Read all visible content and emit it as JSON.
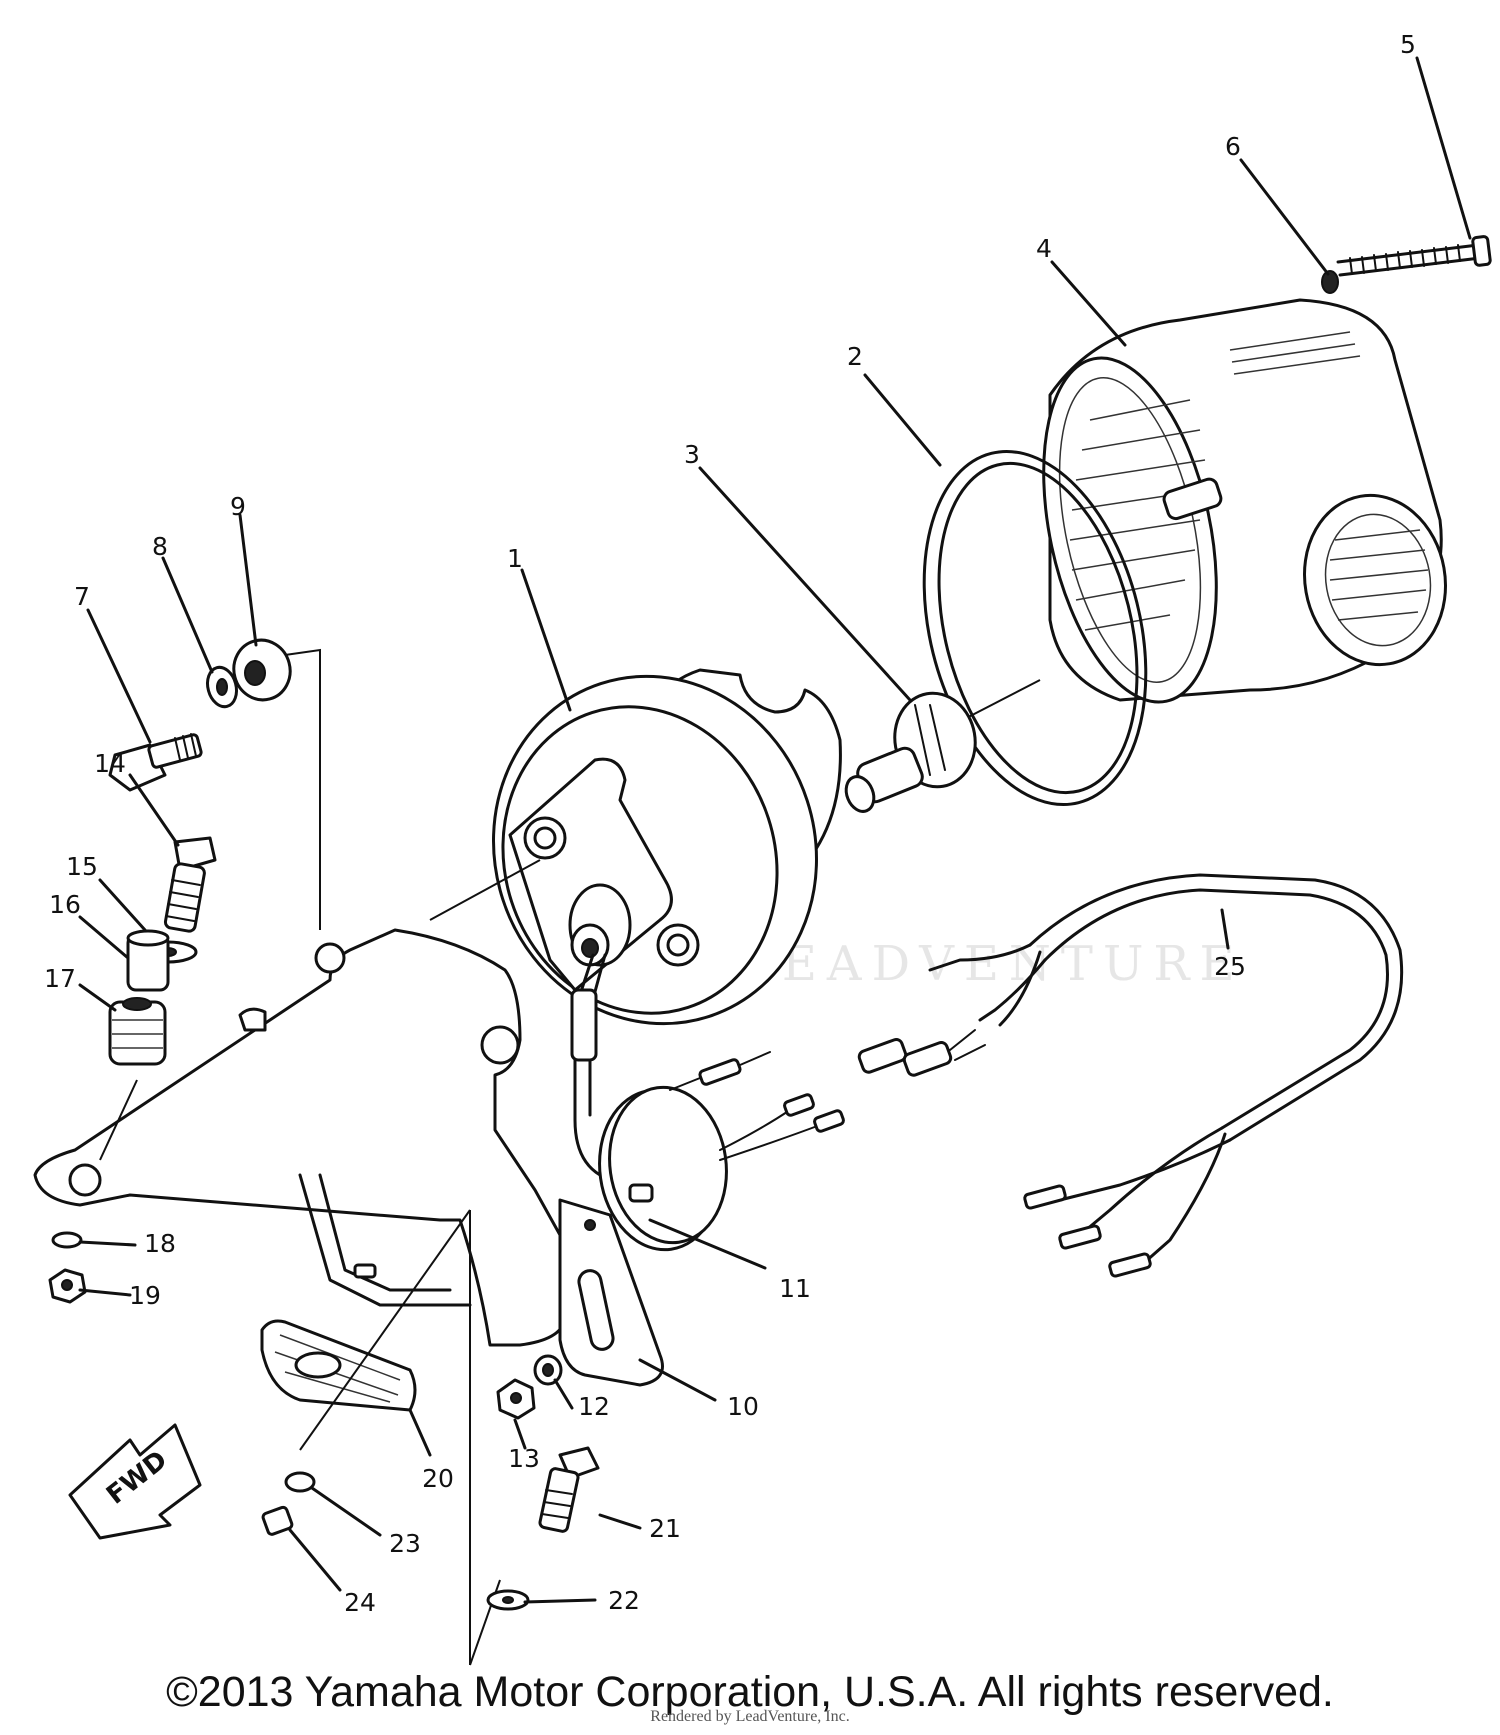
{
  "diagram": {
    "fwd_label": "FWD",
    "watermark": "LEADVENTURE",
    "callouts": [
      {
        "number": "1",
        "part": "taillight-base"
      },
      {
        "number": "2",
        "part": "lens-gasket"
      },
      {
        "number": "3",
        "part": "bulb"
      },
      {
        "number": "4",
        "part": "taillight-lens"
      },
      {
        "number": "5",
        "part": "lens-screw"
      },
      {
        "number": "6",
        "part": "screw-washer"
      },
      {
        "number": "7",
        "part": "bolt"
      },
      {
        "number": "8",
        "part": "washer"
      },
      {
        "number": "9",
        "part": "grommet"
      },
      {
        "number": "10",
        "part": "license-plate-bracket"
      },
      {
        "number": "11",
        "part": "license-plate-light"
      },
      {
        "number": "12",
        "part": "washer"
      },
      {
        "number": "13",
        "part": "nut"
      },
      {
        "number": "14",
        "part": "bolt"
      },
      {
        "number": "15",
        "part": "washer"
      },
      {
        "number": "16",
        "part": "collar"
      },
      {
        "number": "17",
        "part": "damper"
      },
      {
        "number": "18",
        "part": "washer"
      },
      {
        "number": "19",
        "part": "nut"
      },
      {
        "number": "20",
        "part": "reflector"
      },
      {
        "number": "21",
        "part": "bolt"
      },
      {
        "number": "22",
        "part": "washer"
      },
      {
        "number": "23",
        "part": "washer"
      },
      {
        "number": "24",
        "part": "nut"
      },
      {
        "number": "25",
        "part": "wire-harness"
      }
    ]
  },
  "footer": {
    "copyright": "©2013 Yamaha Motor Corporation, U.S.A. All rights reserved.",
    "credit": "Rendered by LeadVenture, Inc."
  }
}
